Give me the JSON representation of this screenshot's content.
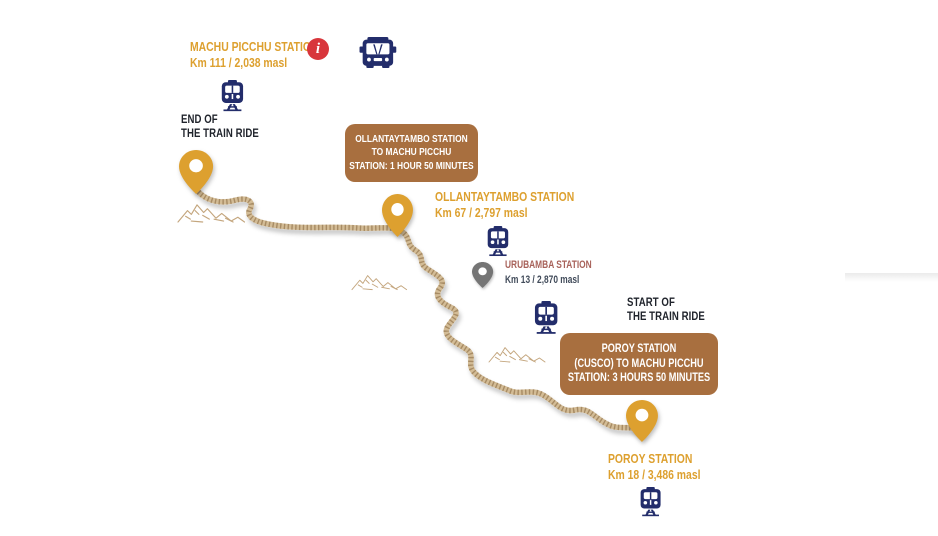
{
  "colors": {
    "gold": "#DDA02F",
    "navy": "#232D6B",
    "brown": "#A86F3F",
    "rope": "#8A6A42",
    "rope_light": "#D3BC96",
    "red": "#D8363C",
    "gray_pin": "#757575",
    "urubamba_red": "#A8625A",
    "ink": "#20242C",
    "km_gray": "#414B5A",
    "mountain": "#C4A67E"
  },
  "stations": {
    "machu_picchu": {
      "name": "MACHU PICCHU STATION",
      "detail": "Km 111 / 2,038 masl"
    },
    "ollantaytambo": {
      "name": "OLLANTAYTAMBO STATION",
      "detail": "Km 67 / 2,797 masl"
    },
    "urubamba": {
      "name": "URUBAMBA STATION",
      "detail": "Km 13 / 2,870 masl"
    },
    "poroy": {
      "name": "POROY STATION",
      "detail": "Km 18 / 3,486 masl"
    }
  },
  "ride_markers": {
    "end": {
      "line1": "END OF",
      "line2": "THE TRAIN RIDE"
    },
    "start": {
      "line1": "START OF",
      "line2": "THE TRAIN RIDE"
    }
  },
  "callouts": {
    "ollantaytambo_to_mp": {
      "line1": "OLLANTAYTAMBO STATION",
      "line2": "TO MACHU PICCHU",
      "line3": "STATION: 1 HOUR 50 MINUTES"
    },
    "poroy_to_mp": {
      "line1": "POROY STATION",
      "line2": "(CUSCO) TO MACHU PICCHU",
      "line3": "STATION: 3 HOURS 50 MINUTES"
    }
  },
  "info_icon": {
    "glyph": "i"
  }
}
